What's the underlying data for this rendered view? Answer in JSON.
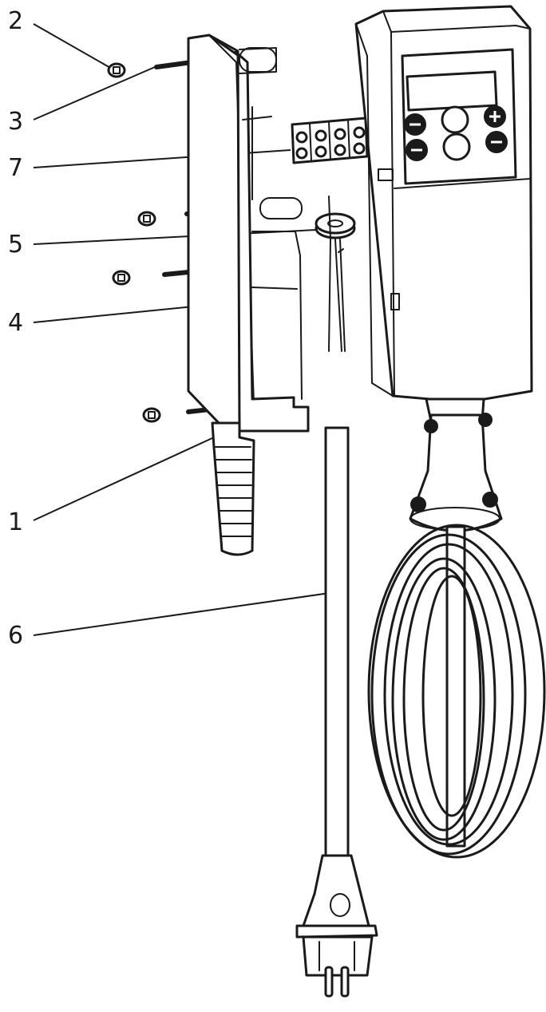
{
  "callouts": [
    {
      "id": "1",
      "label": "1"
    },
    {
      "id": "2",
      "label": "2"
    },
    {
      "id": "3",
      "label": "3"
    },
    {
      "id": "4",
      "label": "4"
    },
    {
      "id": "5",
      "label": "5"
    },
    {
      "id": "6",
      "label": "6"
    },
    {
      "id": "7",
      "label": "7"
    }
  ],
  "icons": {
    "plus_button": "plus-circle-icon",
    "minus_button": "minus-circle-icon"
  },
  "colors": {
    "line": "#1a1a1a",
    "background": "#ffffff"
  }
}
